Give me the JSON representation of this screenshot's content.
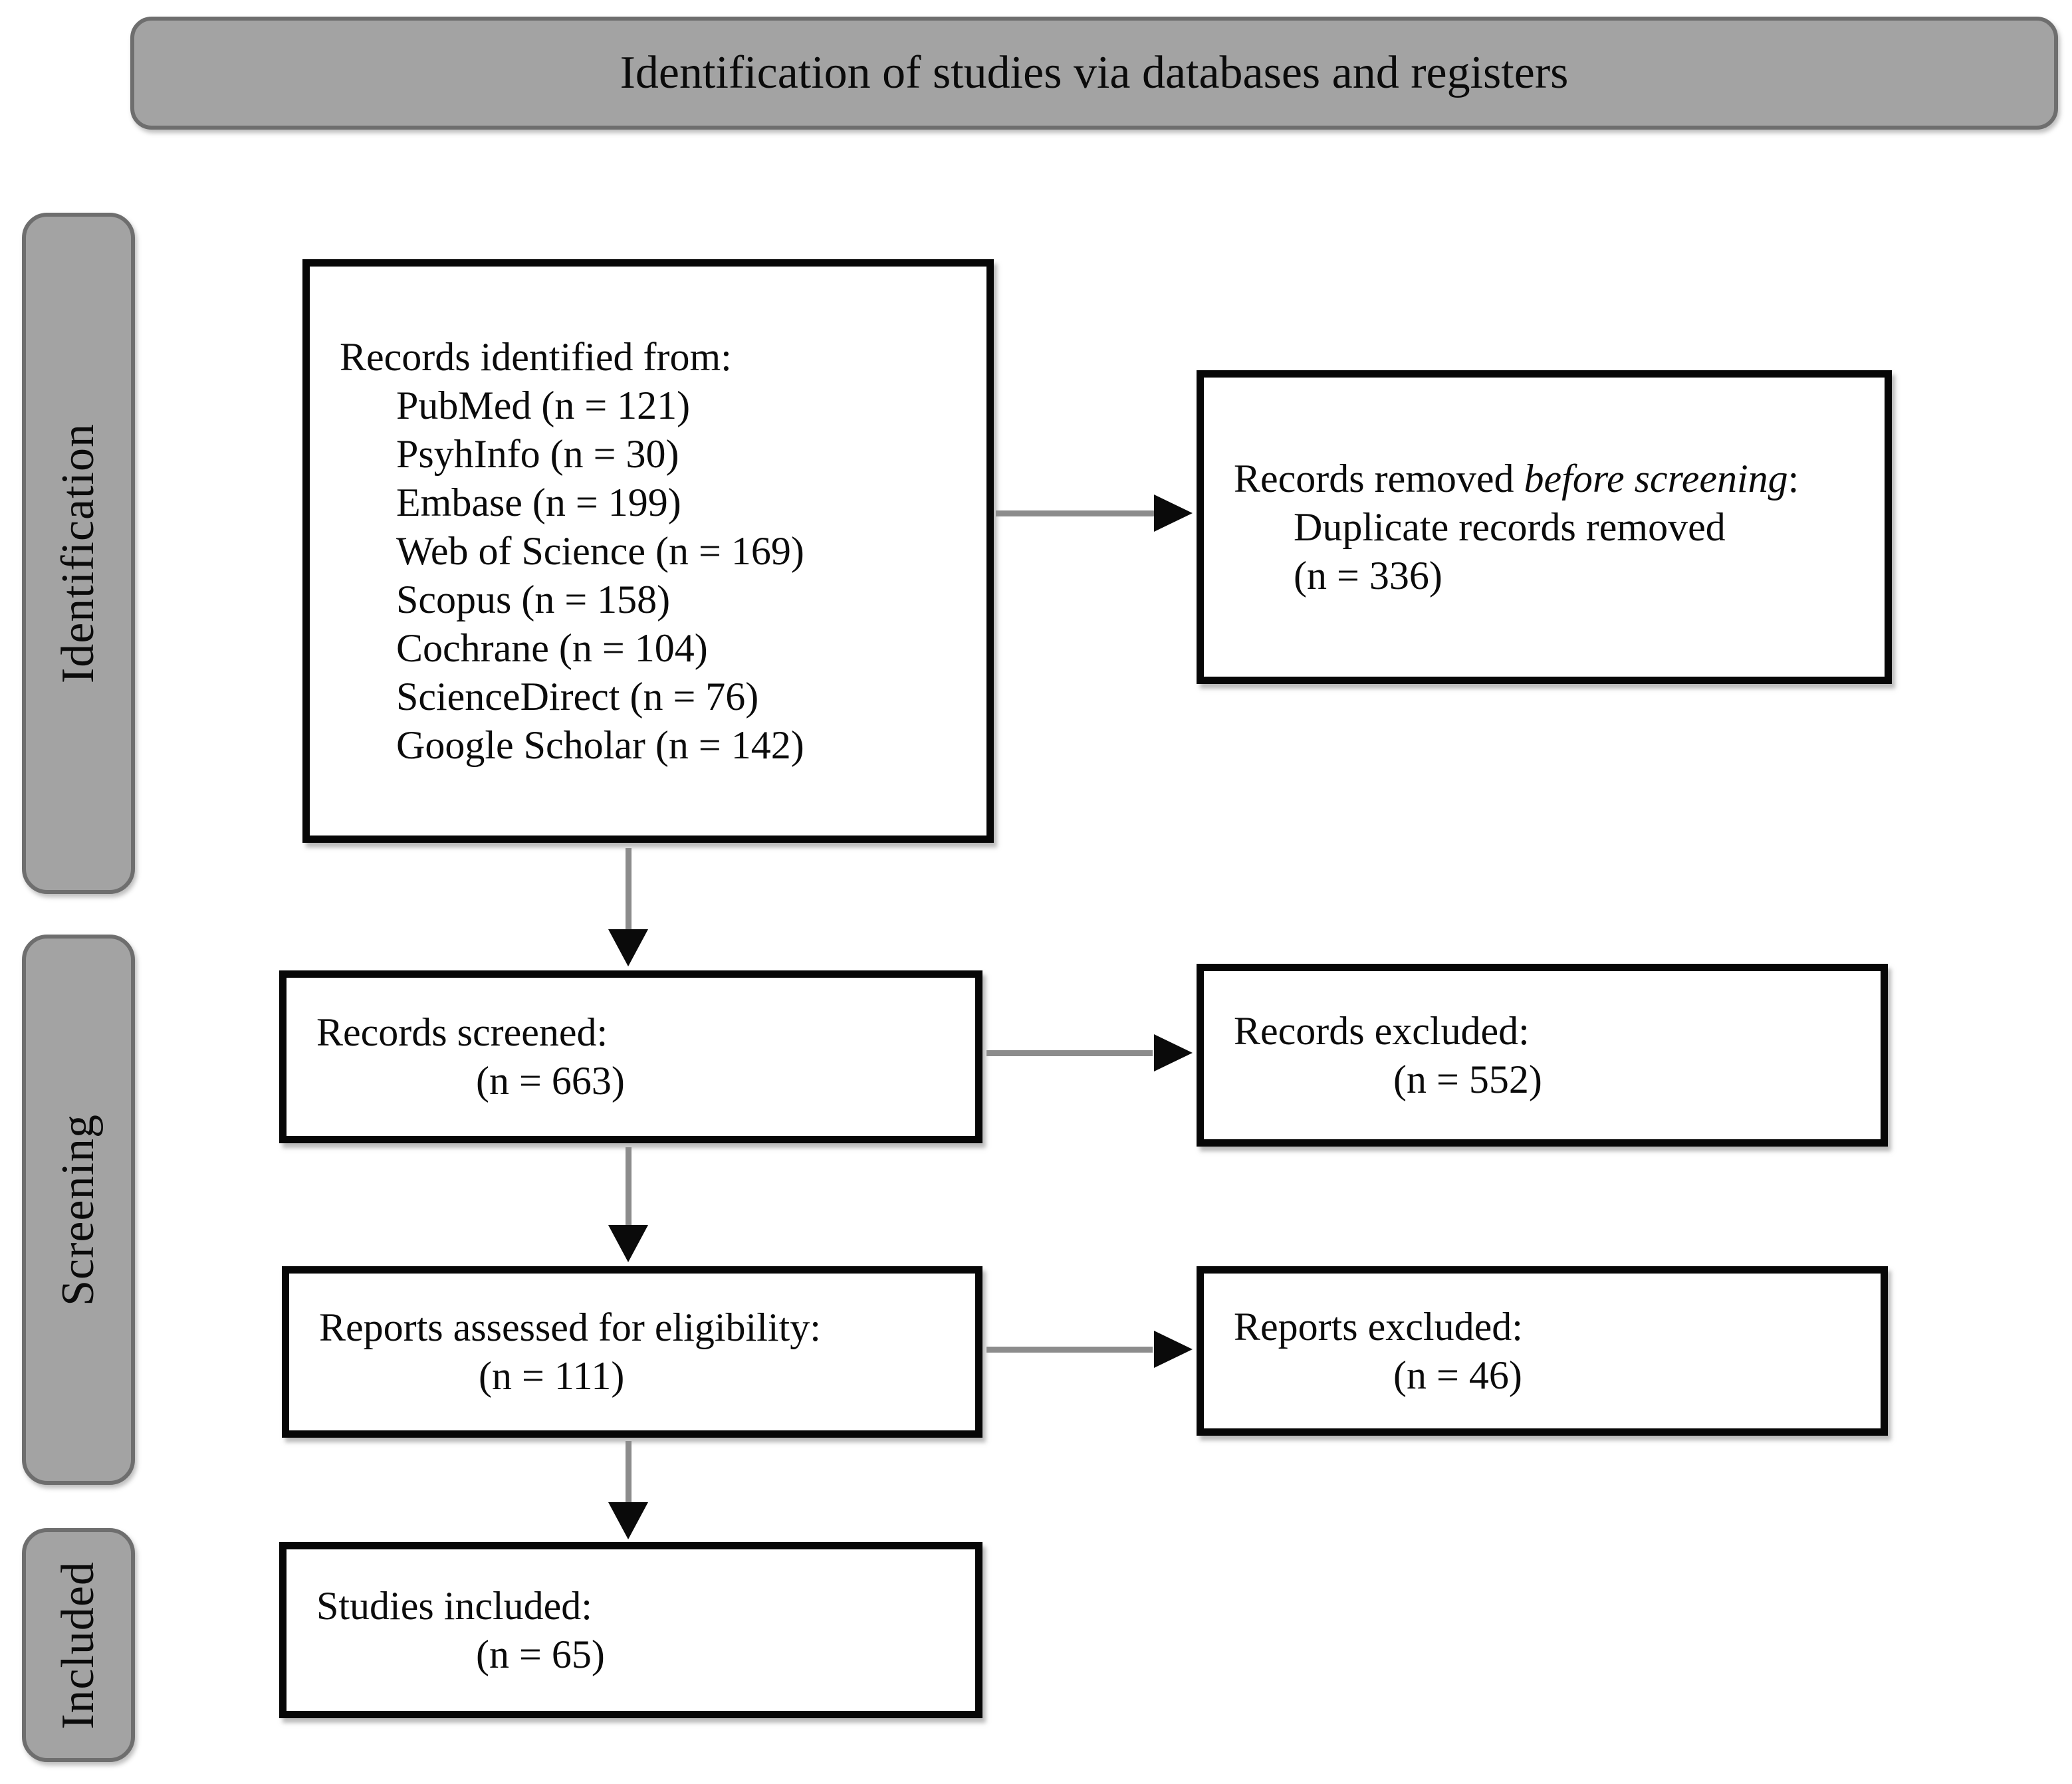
{
  "title": "Identification of studies via databases and registers",
  "stages": [
    {
      "label": "Identification"
    },
    {
      "label": "Screening"
    },
    {
      "label": "Included"
    }
  ],
  "boxes": {
    "identified": {
      "header": "Records identified from:",
      "items": [
        "PubMed (n = 121)",
        "PsyhInfo (n = 30)",
        "Embase (n = 199)",
        "Web of Science (n = 169)",
        "Scopus (n = 158)",
        "Cochrane (n = 104)",
        "ScienceDirect (n = 76)",
        "Google Scholar (n = 142)"
      ]
    },
    "removed": {
      "prefix": "Records removed ",
      "italic": "before screening",
      "suffix": ":",
      "line2": "Duplicate records removed",
      "line3": "(n = 336)"
    },
    "screened": {
      "line1": "Records screened:",
      "n": "(n = 663)"
    },
    "records_excluded": {
      "line1": "Records excluded:",
      "n": "(n = 552)"
    },
    "assessed": {
      "line1": "Reports assessed for eligibility:",
      "n": "(n = 111)"
    },
    "reports_excluded": {
      "line1": "Reports excluded:",
      "n": "(n = 46)"
    },
    "included": {
      "line1": "Studies included:",
      "n": "(n = 65)"
    }
  },
  "colors": {
    "panel_fill": "#a3a3a3",
    "panel_border": "#6e6e6e",
    "box_border": "#070707",
    "arrow_shaft": "#8c8c8c",
    "arrow_head": "#0a0a0a",
    "text": "#0b0b0b",
    "background": "#ffffff"
  }
}
